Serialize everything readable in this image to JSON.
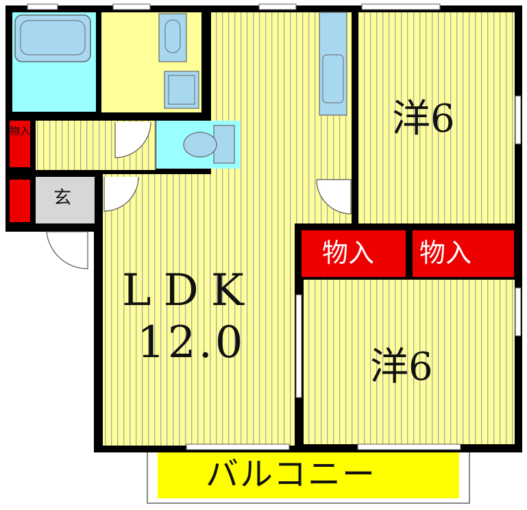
{
  "rooms": {
    "ldk_name": "LDK",
    "ldk_size": "12.0",
    "western1": "洋6",
    "western2": "洋6",
    "storage_small": "物入",
    "storage_left": "物入",
    "storage_right": "物入",
    "entrance": "玄",
    "balcony": "バルコニー"
  },
  "colors": {
    "room_fill": "#ffff99",
    "room_stripe": "#a8a8a8",
    "bath_fill": "#99ffff",
    "fixture_fill": "#a8d8f0",
    "storage_red": "#ee0000",
    "entrance_gray": "#d7d7d7",
    "balcony_fill": "#ffff00",
    "wall": "#000000"
  }
}
